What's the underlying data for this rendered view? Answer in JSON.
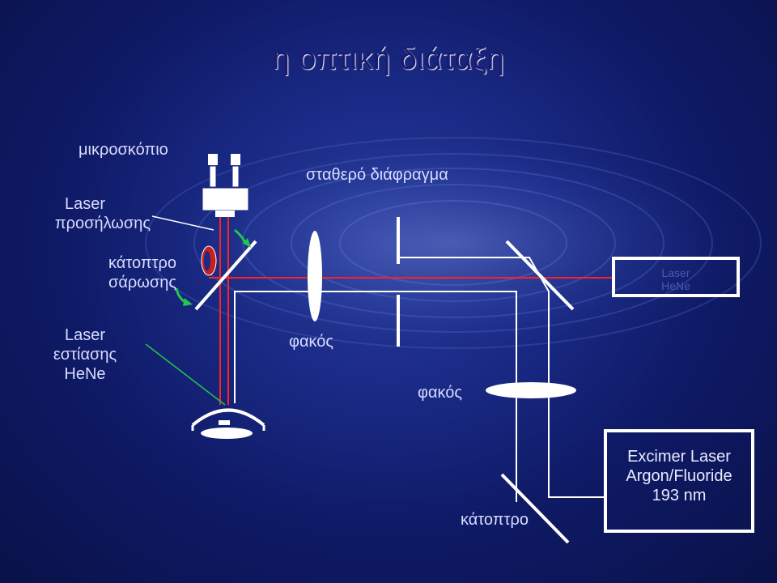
{
  "title": "η οπτική διάταξη",
  "labels": {
    "microscope": "μικροσκόπιο",
    "illumination_laser_1": "Laser",
    "illumination_laser_2": "προσήλωσης",
    "fixed_aperture": "σταθερό διάφραγμα",
    "scanning_mirror_1": "κάτοπτρο",
    "scanning_mirror_2": "σάρωσης",
    "focusing_laser_1": "Laser",
    "focusing_laser_2": "εστίασης",
    "focusing_laser_3": "HeNe",
    "lens_left": "φακός",
    "lens_right": "φακός",
    "mirror_bottom": "κάτοπτρο",
    "hene_box_1": "Laser",
    "hene_box_2": "HeNe",
    "excimer_1": "Excimer Laser",
    "excimer_2": "Argon/Fluoride",
    "excimer_3": "193 nm"
  },
  "colors": {
    "beam_red": "#ff2020",
    "beam_white": "#ffffff",
    "pointer_green": "#22c84a",
    "title_color": "#1a1a70",
    "label_color": "#d8dcff"
  }
}
